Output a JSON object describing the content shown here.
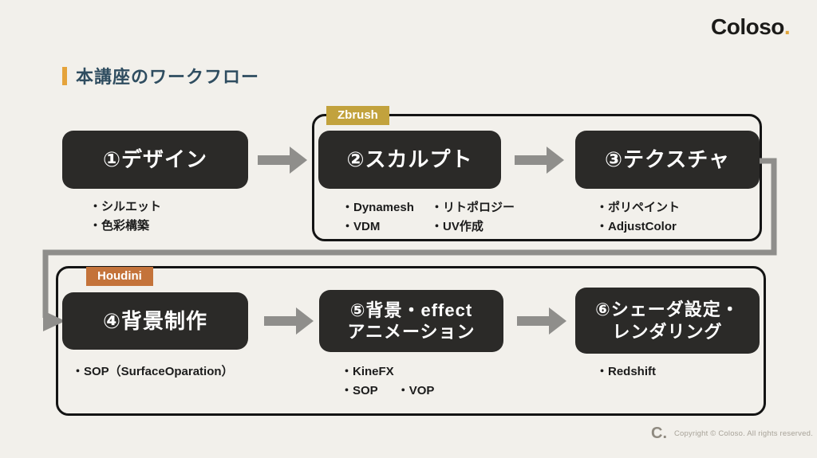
{
  "brand": {
    "name": "Coloso",
    "dot": "."
  },
  "title": "本講座のワークフロー",
  "groups": {
    "zbrush": "Zbrush",
    "houdini": "Houdini"
  },
  "steps": [
    {
      "title_lines": [
        "①デザイン"
      ],
      "bullets": [
        "・シルエット",
        "・色彩構築"
      ]
    },
    {
      "title_lines": [
        "②スカルプト"
      ],
      "bullets_left": [
        "・Dynamesh",
        "・VDM"
      ],
      "bullets_right": [
        "・リトポロジー",
        "・UV作成"
      ]
    },
    {
      "title_lines": [
        "③テクスチャ"
      ],
      "bullets": [
        "・ポリペイント",
        "・AdjustColor"
      ]
    },
    {
      "title_lines": [
        "④背景制作"
      ],
      "bullets": [
        "・SOP（SurfaceOparation）"
      ]
    },
    {
      "title_lines": [
        "⑤背景・effect",
        "アニメーション"
      ],
      "bullets": [
        "・KineFX"
      ],
      "bullets_row2": [
        "・SOP",
        "・VOP"
      ]
    },
    {
      "title_lines": [
        "⑥シェーダ設定・",
        "レンダリング"
      ],
      "bullets": [
        "・Redshift"
      ]
    }
  ],
  "footer": {
    "logo": "C.",
    "copyright": "Copyright © Coloso. All rights reserved."
  },
  "colors": {
    "background": "#f2f0eb",
    "step_box": "#2b2a28",
    "title_text": "#2f4d60",
    "accent_gold": "#e5a33b",
    "zbrush_label_bg": "#c2a23d",
    "houdini_label_bg": "#c4733a",
    "arrow_gray": "#8f8e8b"
  }
}
